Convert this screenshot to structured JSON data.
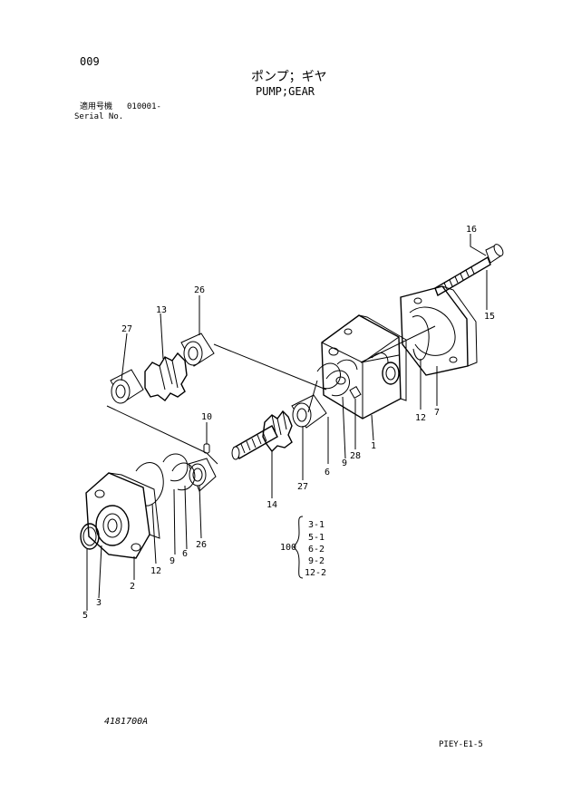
{
  "header": {
    "page_number": "009",
    "title_jp": "ポンプ；ギヤ",
    "title_en": "PUMP;GEAR",
    "serial_label_jp": "適用号機",
    "serial_number": "010001-",
    "serial_label_en": "Serial No."
  },
  "callouts": {
    "c16": "16",
    "c15": "15",
    "c7": "7",
    "c12a": "12",
    "c26a": "26",
    "c13": "13",
    "c27a": "27",
    "c1": "1",
    "c28": "28",
    "c9a": "9",
    "c6a": "6",
    "c27b": "27",
    "c14": "14",
    "c10": "10",
    "c26b": "26",
    "c6b": "6",
    "c9b": "9",
    "c12b": "12",
    "c2": "2",
    "c3": "3",
    "c5": "5"
  },
  "kit": {
    "number": "100",
    "items": [
      "3-1",
      "5-1",
      "6-2",
      "9-2",
      "12-2"
    ]
  },
  "footer": {
    "drawing_number": "4181700A",
    "sheet_code": "PIEY-E1-5"
  }
}
